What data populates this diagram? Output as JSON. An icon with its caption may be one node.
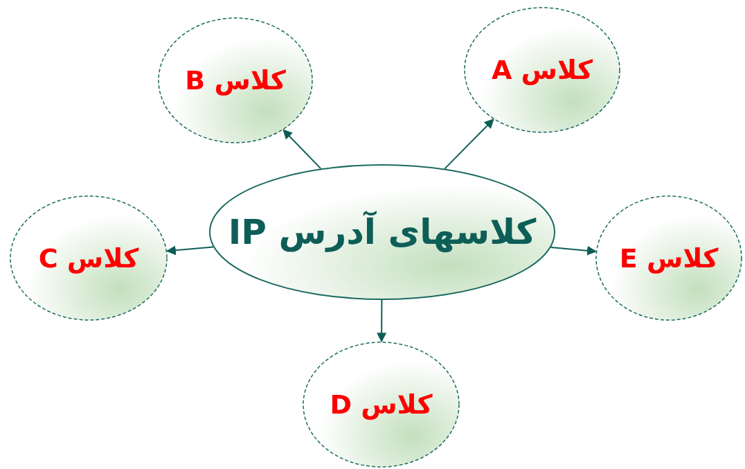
{
  "diagram": {
    "nodes": [
      {
        "text": [
          "کلاسهای آدرس IP"
        ]
      },
      {
        "text": [
          "کلاس B"
        ]
      },
      {
        "text": [
          "کلاس A"
        ]
      },
      {
        "text": [
          "کلاس C"
        ]
      },
      {
        "text": [
          "کلاس E"
        ]
      },
      {
        "text": [
          "کلاس D"
        ]
      }
    ],
    "edges": [
      {
        "from": 0,
        "to": 1,
        "arrow": "to"
      },
      {
        "from": 0,
        "to": 2,
        "arrow": "to"
      },
      {
        "from": 0,
        "to": 3,
        "arrow": "to"
      },
      {
        "from": 0,
        "to": 4,
        "arrow": "to"
      },
      {
        "from": 0,
        "to": 5,
        "arrow": "to"
      }
    ]
  }
}
